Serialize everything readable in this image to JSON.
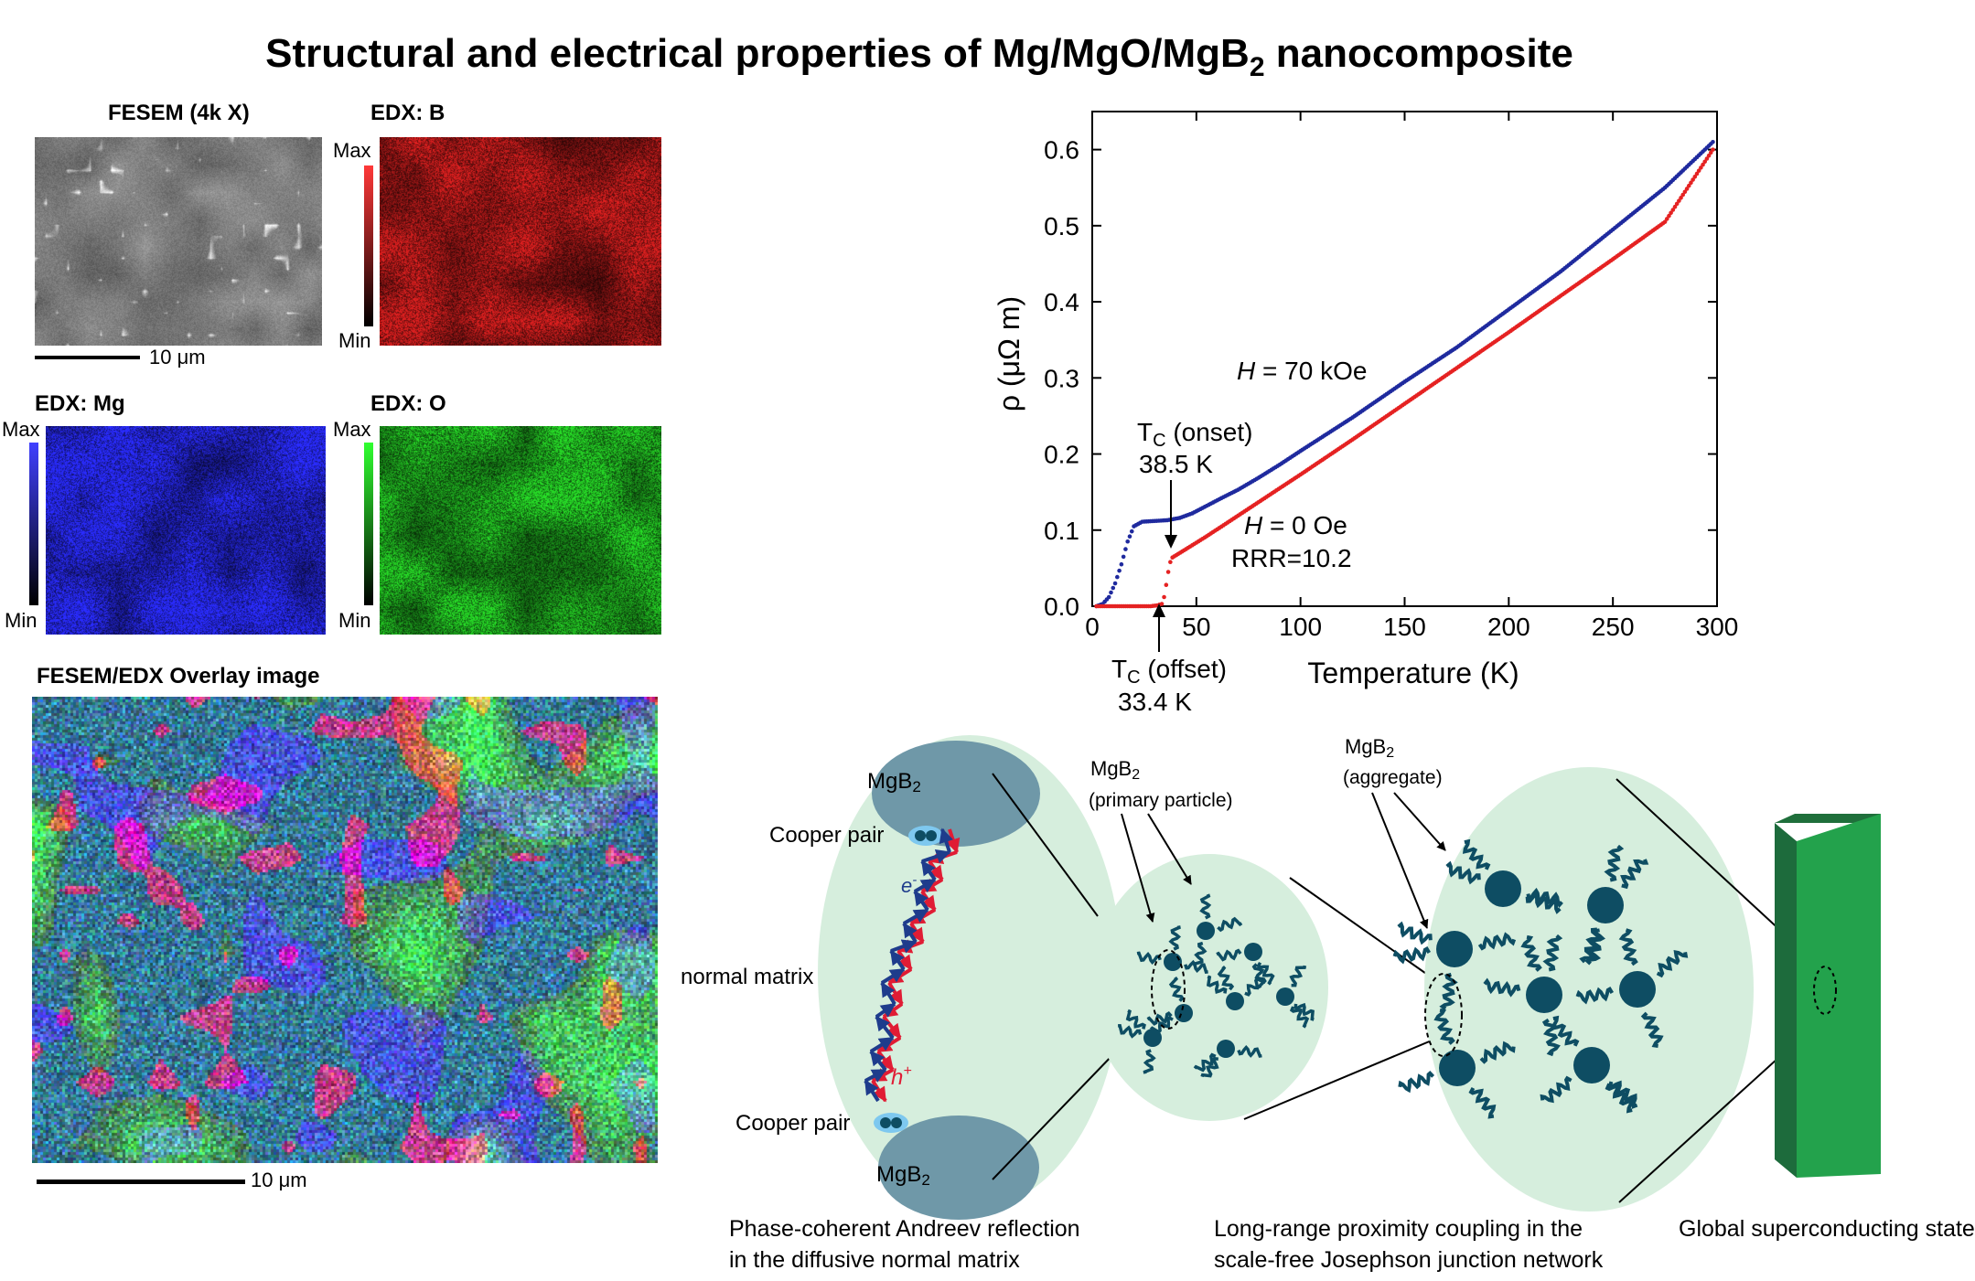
{
  "title": {
    "main": "Structural and electrical properties of Mg/MgO/MgB",
    "sub": "2",
    "tail": " nanocomposite"
  },
  "panels": {
    "fesem": {
      "label": "FESEM (4k X)",
      "scalebar": "10 μm"
    },
    "edx_b": {
      "label": "EDX: B",
      "max": "Max",
      "min": "Min",
      "color": "#e02020"
    },
    "edx_mg": {
      "label": "EDX: Mg",
      "max": "Max",
      "min": "Min",
      "color": "#2a2cff"
    },
    "edx_o": {
      "label": "EDX: O",
      "max": "Max",
      "min": "Min",
      "color": "#28e028"
    },
    "overlay": {
      "label": "FESEM/EDX Overlay image",
      "scalebar": "10 μm"
    }
  },
  "chart_data": {
    "type": "scatter",
    "xlabel": "Temperature (K)",
    "ylabel": "ρ (μΩ m)",
    "xlim": [
      0,
      300
    ],
    "ylim": [
      0,
      0.65
    ],
    "xticks": [
      0,
      50,
      100,
      150,
      200,
      250,
      300
    ],
    "yticks": [
      0.0,
      0.1,
      0.2,
      0.3,
      0.4,
      0.5,
      0.6
    ],
    "ytick_labels": [
      "0.0",
      "0.1",
      "0.2",
      "0.3",
      "0.4",
      "0.5",
      "0.6"
    ],
    "grid": false,
    "series": [
      {
        "name": "H = 70 kOe",
        "color": "#1f2a9e",
        "points": [
          [
            2,
            0.0
          ],
          [
            5,
            0.003
          ],
          [
            8,
            0.012
          ],
          [
            11,
            0.03
          ],
          [
            14,
            0.055
          ],
          [
            17,
            0.085
          ],
          [
            20,
            0.105
          ],
          [
            24,
            0.111
          ],
          [
            30,
            0.112
          ],
          [
            36,
            0.113
          ],
          [
            42,
            0.116
          ],
          [
            48,
            0.122
          ],
          [
            55,
            0.132
          ],
          [
            62,
            0.142
          ],
          [
            70,
            0.153
          ],
          [
            80,
            0.169
          ],
          [
            90,
            0.186
          ],
          [
            100,
            0.204
          ],
          [
            125,
            0.248
          ],
          [
            150,
            0.295
          ],
          [
            175,
            0.34
          ],
          [
            200,
            0.39
          ],
          [
            225,
            0.44
          ],
          [
            250,
            0.495
          ],
          [
            275,
            0.55
          ],
          [
            298,
            0.61
          ]
        ]
      },
      {
        "name": "H = 0 Oe",
        "color": "#e52222",
        "points": [
          [
            2,
            0.0
          ],
          [
            10,
            0.0
          ],
          [
            20,
            0.0
          ],
          [
            28,
            0.0
          ],
          [
            31,
            0.001
          ],
          [
            33.4,
            0.003
          ],
          [
            34.5,
            0.012
          ],
          [
            35.5,
            0.028
          ],
          [
            36.5,
            0.045
          ],
          [
            37.5,
            0.058
          ],
          [
            38.5,
            0.064
          ],
          [
            45,
            0.075
          ],
          [
            55,
            0.092
          ],
          [
            65,
            0.11
          ],
          [
            75,
            0.128
          ],
          [
            100,
            0.173
          ],
          [
            125,
            0.219
          ],
          [
            150,
            0.266
          ],
          [
            175,
            0.313
          ],
          [
            200,
            0.36
          ],
          [
            225,
            0.408
          ],
          [
            250,
            0.456
          ],
          [
            275,
            0.505
          ],
          [
            298,
            0.6
          ]
        ]
      }
    ],
    "annotations": {
      "h70_italic": "H",
      "h70_rest": " = 70 kOe",
      "h0_italic": "H",
      "h0_rest": " = 0 Oe",
      "rrr": "RRR=10.2",
      "tc_onset_T": "T",
      "tc_onset_sub": "C",
      "tc_onset_rest": " (onset)",
      "tc_onset_val": "38.5 K",
      "tc_offset_T": "T",
      "tc_offset_sub": "C",
      "tc_offset_rest": " (offset)",
      "tc_offset_val": "33.4 K"
    }
  },
  "diagram": {
    "mgb2_top": "MgB",
    "mgb2_bottom": "MgB",
    "subscript_2": "2",
    "cooper_pair_top": "Cooper pair",
    "cooper_pair_bottom": "Cooper pair",
    "electron": "e",
    "electron_sup": "-",
    "hole": "h",
    "hole_sup": "+",
    "normal_matrix": "normal matrix",
    "primary_particle_l1": "MgB",
    "primary_particle_l2": "(primary particle)",
    "aggregate_l1": "MgB",
    "aggregate_l2": "(aggregate)",
    "caption1_l1": "Phase-coherent Andreev reflection",
    "caption1_l2": "in the diffusive normal matrix",
    "caption2_l1": "Long-range proximity coupling in the",
    "caption2_l2": "scale-free Josephson junction network",
    "caption3": "Global superconducting state",
    "ellipse_fill": "#d6eedd",
    "blob_fill": "#6f98a8",
    "particle_fill": "#0e4d63",
    "bar_fill": "#23a24c"
  }
}
